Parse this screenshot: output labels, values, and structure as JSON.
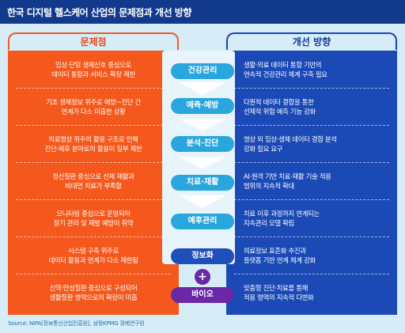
{
  "title": "한국 디지털 헬스케어 산업의 문제점과 개선 방향",
  "left_header": "문제점",
  "right_header": "개선 방향",
  "steps": [
    "건강관리",
    "예측·예방",
    "분석·진단",
    "치료·재활",
    "예후관리"
  ],
  "pills": {
    "info": "정보화",
    "plus": "+",
    "bio": "바이오"
  },
  "problems": [
    "임상·단일 생체신호 중심으로\n데이터 통합과 서비스 확장 제한",
    "기초 생체정보 위주로 예방~진단 간\n연계가 다소 미흡한 상황",
    "의료영상 위주의 활용 구조로 인해\n진단·예후 분야로의 활용이 일부 제한",
    "정신질환 중심으로 신체 재활과\n비대면 치료가 부족함",
    "모니터링 중심으로 운영되어\n장기 관리 및 재발 예방이 취약",
    "시스템 구축 위주로\n데이터 활용과 연계가 다소 제한됨",
    "신약·만성질환 중심으로 구성되어\n생활질환 영역으로의 확장이 미흡"
  ],
  "improvements": [
    "생활·의료 데이터 통합 기반의\n연속적 건강관리 체계 구축 필요",
    "다원적 데이터 결합을 통한\n선제적 위험 예측 기능 강화",
    "영상 외 임상·생체 데이터 결합 분석\n강화 필요 요구",
    "AI·원격 기반 치료·재활 기술 적용\n범위의 지속적 확대",
    "치료 이후 과정까지 연계되는\n지속관리 모델 확립",
    "의료정보 표준화 추진과\n플랫폼 기반 연계 체계 강화",
    "맞춤형 진단·치료를 통해\n적용 영역의 지속적 다변화"
  ],
  "source": "Source: NIPA[정보통신산업진흥원], 삼정KPMG 경제연구원",
  "colors": {
    "header": "#123a8c",
    "problem": "#f4581c",
    "improvement": "#1b4ab7",
    "step": "#2aa6de",
    "bio": "#6a28a6"
  }
}
